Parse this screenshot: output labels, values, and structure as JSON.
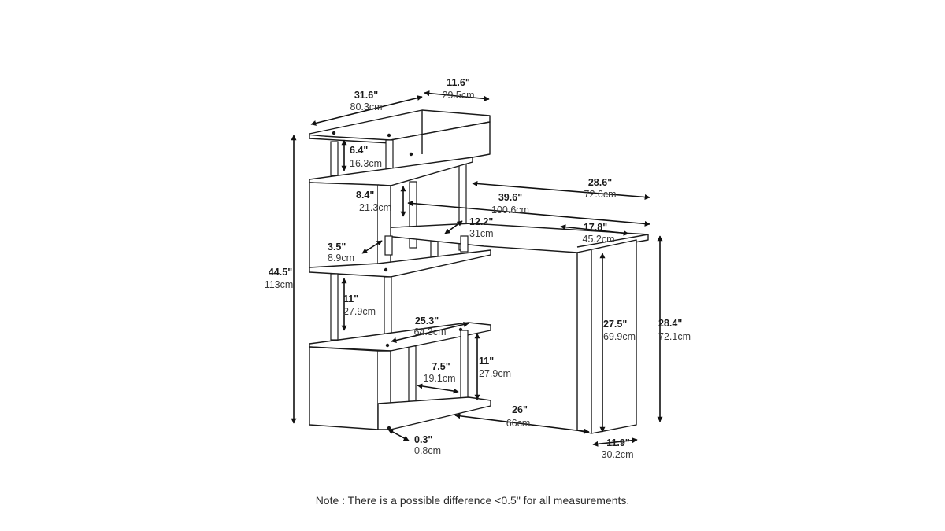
{
  "dimensions": {
    "top_width": {
      "imperial": "31.6\"",
      "metric": "80.3cm"
    },
    "top_depth": {
      "imperial": "11.6\"",
      "metric": "29.5cm"
    },
    "top_gap": {
      "imperial": "6.4\"",
      "metric": "16.3cm"
    },
    "second_gap": {
      "imperial": "8.4\"",
      "metric": "21.3cm"
    },
    "desk_depth_right": {
      "imperial": "28.6\"",
      "metric": "72.6cm"
    },
    "desk_width": {
      "imperial": "39.6\"",
      "metric": "100.6cm"
    },
    "desk_inner_depth": {
      "imperial": "12.2\"",
      "metric": "31cm"
    },
    "desk_leg_span": {
      "imperial": "17.8\"",
      "metric": "45.2cm"
    },
    "small_gap": {
      "imperial": "3.5\"",
      "metric": "8.9cm"
    },
    "total_height": {
      "imperial": "44.5\"",
      "metric": "113cm"
    },
    "middle_gap": {
      "imperial": "11\"",
      "metric": "27.9cm"
    },
    "shelf_width": {
      "imperial": "25.3\"",
      "metric": "64.3cm"
    },
    "desk_clearance": {
      "imperial": "27.5\"",
      "metric": "69.9cm"
    },
    "desk_height": {
      "imperial": "28.4\"",
      "metric": "72.1cm"
    },
    "bottom_gap": {
      "imperial": "11\"",
      "metric": "27.9cm"
    },
    "pole_spacing": {
      "imperial": "7.5\"",
      "metric": "19.1cm"
    },
    "base_length": {
      "imperial": "26\"",
      "metric": "66cm"
    },
    "board_thickness": {
      "imperial": "0.3\"",
      "metric": "0.8cm"
    },
    "leg_width": {
      "imperial": "11.9\"",
      "metric": "30.2cm"
    }
  },
  "note": "Note : There is a possible difference <0.5\" for all measurements.",
  "colors": {
    "line": "#1a1a1a",
    "text": "#2b2b2b",
    "background": "#ffffff"
  }
}
